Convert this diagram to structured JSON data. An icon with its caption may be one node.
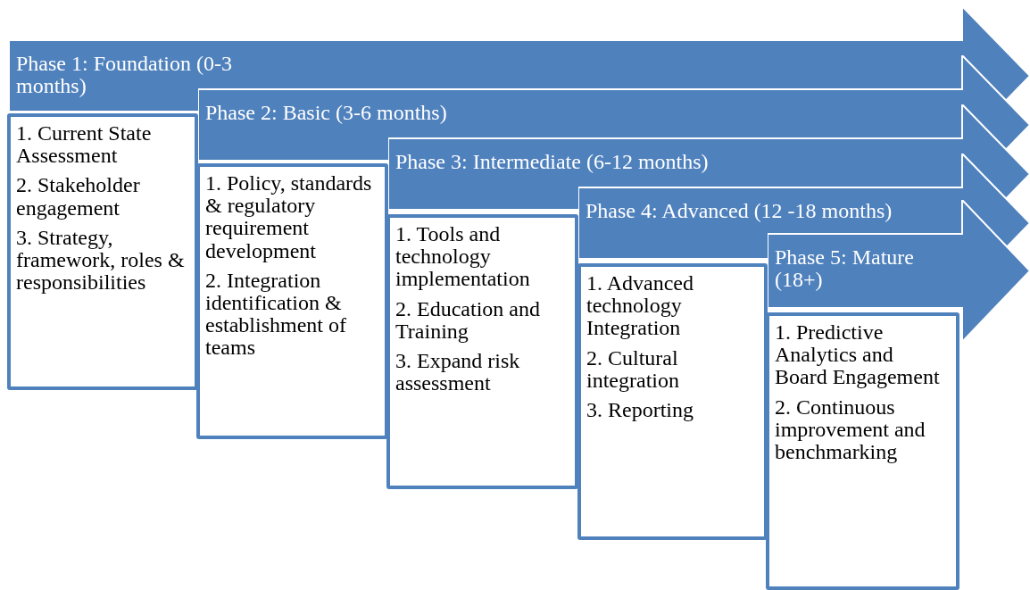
{
  "diagram": {
    "nodes": [
      {
        "text": [
          "Phase 1: Foundation (0-3 months)"
        ]
      },
      {
        "text": [
          "1. Current State Assessment",
          "2. Stakeholder engagement",
          "3. Strategy, framework, roles & responsibilities"
        ]
      },
      {
        "text": [
          "Phase 2: Basic (3-6 months)"
        ]
      },
      {
        "text": [
          "1. Policy, standards & regulatory requirement development",
          "2. Integration identification & establishment of teams"
        ]
      },
      {
        "text": [
          "Phase 3: Intermediate (6-12 months)"
        ]
      },
      {
        "text": [
          "1. Tools and technology implementation",
          "2. Education and Training",
          "3. Expand risk assessment"
        ]
      },
      {
        "text": [
          "Phase 4: Advanced (12 -18 months)"
        ]
      },
      {
        "text": [
          "1. Advanced technology Integration",
          "2. Cultural integration",
          "3. Reporting"
        ]
      },
      {
        "text": [
          "Phase 5: Mature (18+)"
        ]
      },
      {
        "text": [
          "1. Predictive Analytics and Board Engagement",
          "2. Continuous improvement and benchmarking"
        ]
      }
    ],
    "edges": []
  }
}
